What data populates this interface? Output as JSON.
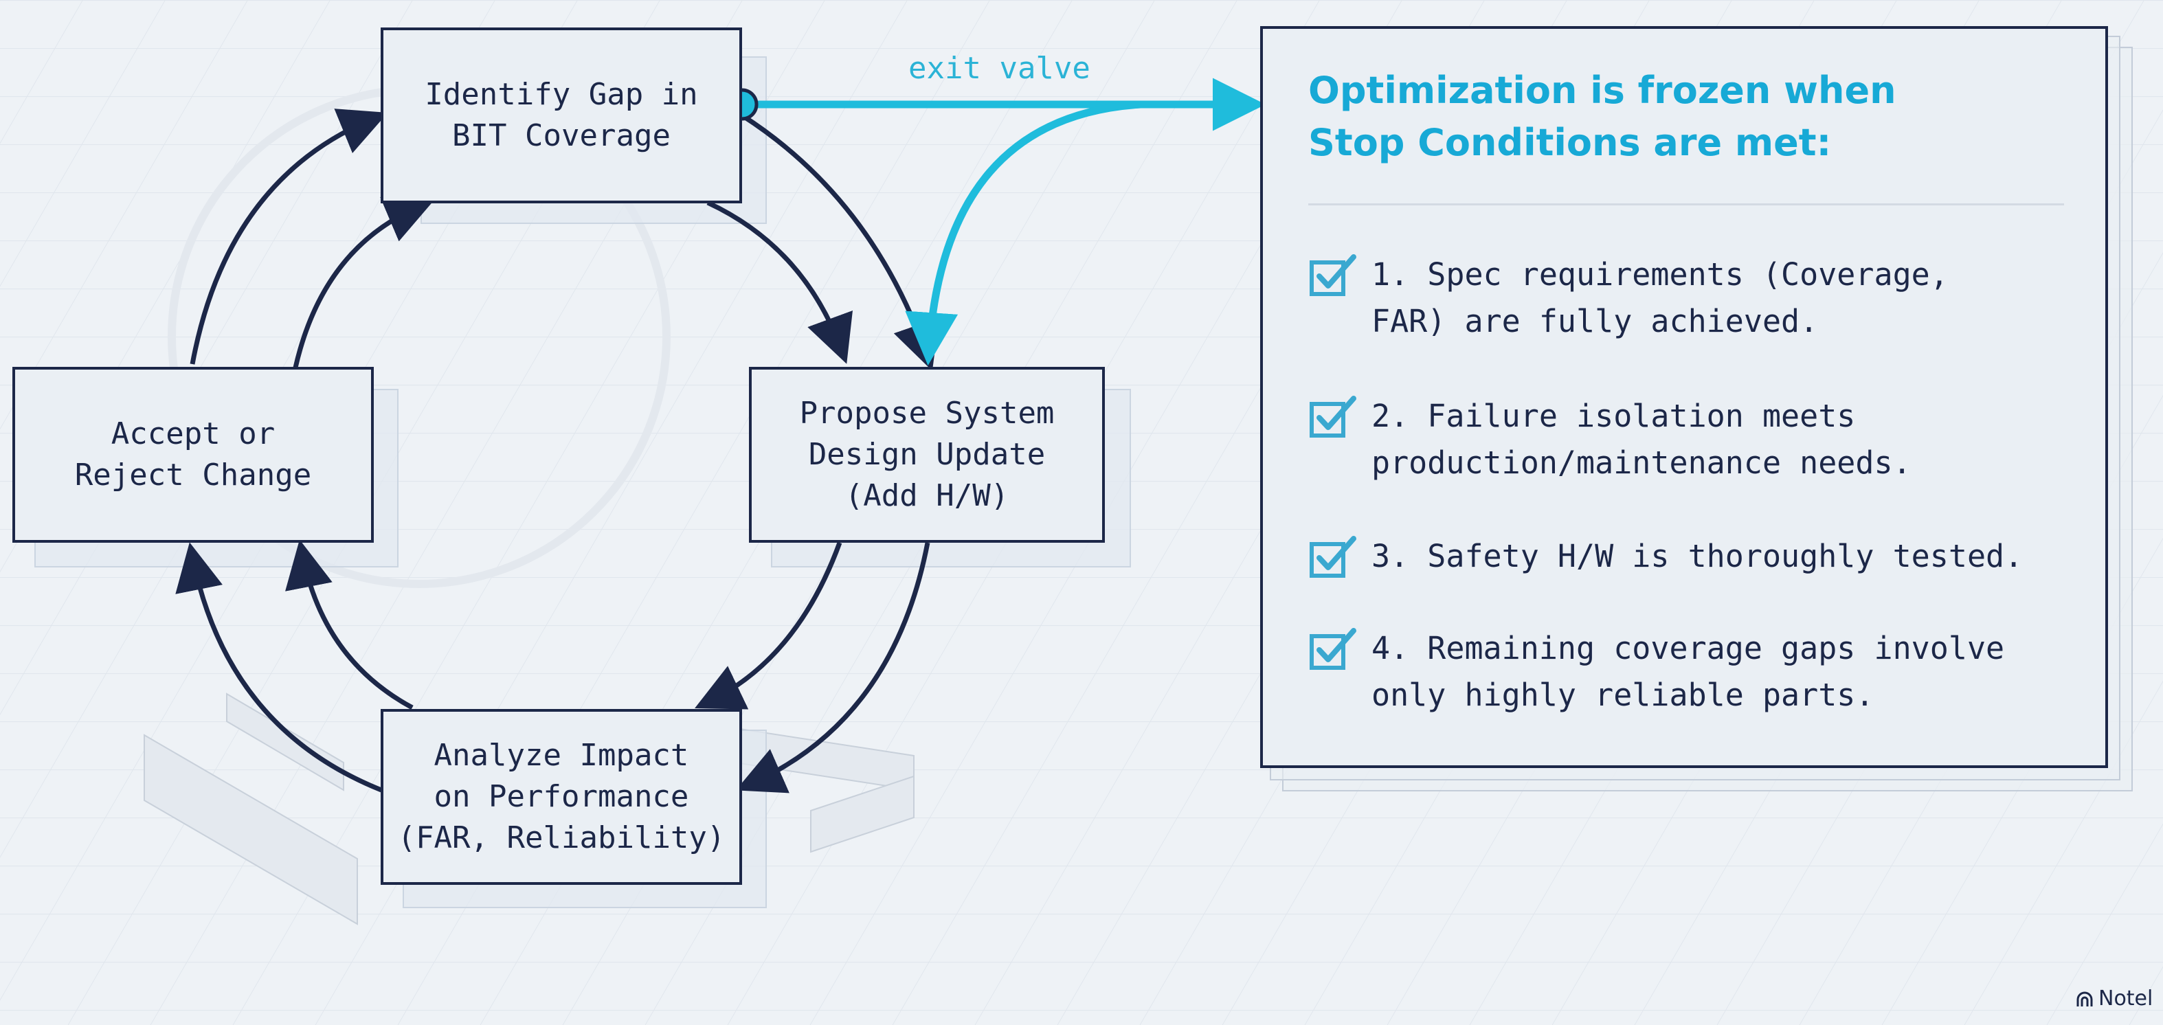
{
  "diagram": {
    "nodes": {
      "identify": "Identify Gap in\nBIT Coverage",
      "propose": "Propose System\nDesign Update\n(Add H/W)",
      "analyze": "Analyze Impact\non Performance\n(FAR, Reliability)",
      "accept": "Accept or\nReject Change"
    },
    "exit_label": "exit valve"
  },
  "stop_panel": {
    "title": "Optimization is frozen when\nStop Conditions are met:",
    "conditions": [
      "1. Spec requirements (Coverage,\n   FAR) are fully achieved.",
      "2. Failure isolation meets\n   production/maintenance needs.",
      "3. Safety H/W is thoroughly tested.",
      "4. Remaining coverage gaps involve\n   only highly reliable parts."
    ]
  },
  "colors": {
    "navy": "#1c2748",
    "cyan": "#1fbcdc",
    "heading": "#17a9d6",
    "check": "#3aa8d0"
  },
  "watermark": "Notel"
}
